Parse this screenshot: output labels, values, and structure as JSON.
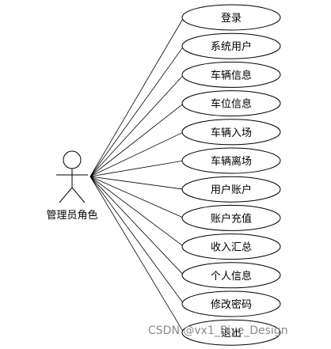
{
  "actor": {
    "label": "管理员角色"
  },
  "use_cases": [
    "登录",
    "系统用户",
    "车辆信息",
    "车位信息",
    "车辆入场",
    "车辆离场",
    "用户账户",
    "账户充值",
    "收入汇总",
    "个人信息",
    "修改密码",
    "退出"
  ],
  "watermark": "CSDN @vx1_Biye_Design"
}
